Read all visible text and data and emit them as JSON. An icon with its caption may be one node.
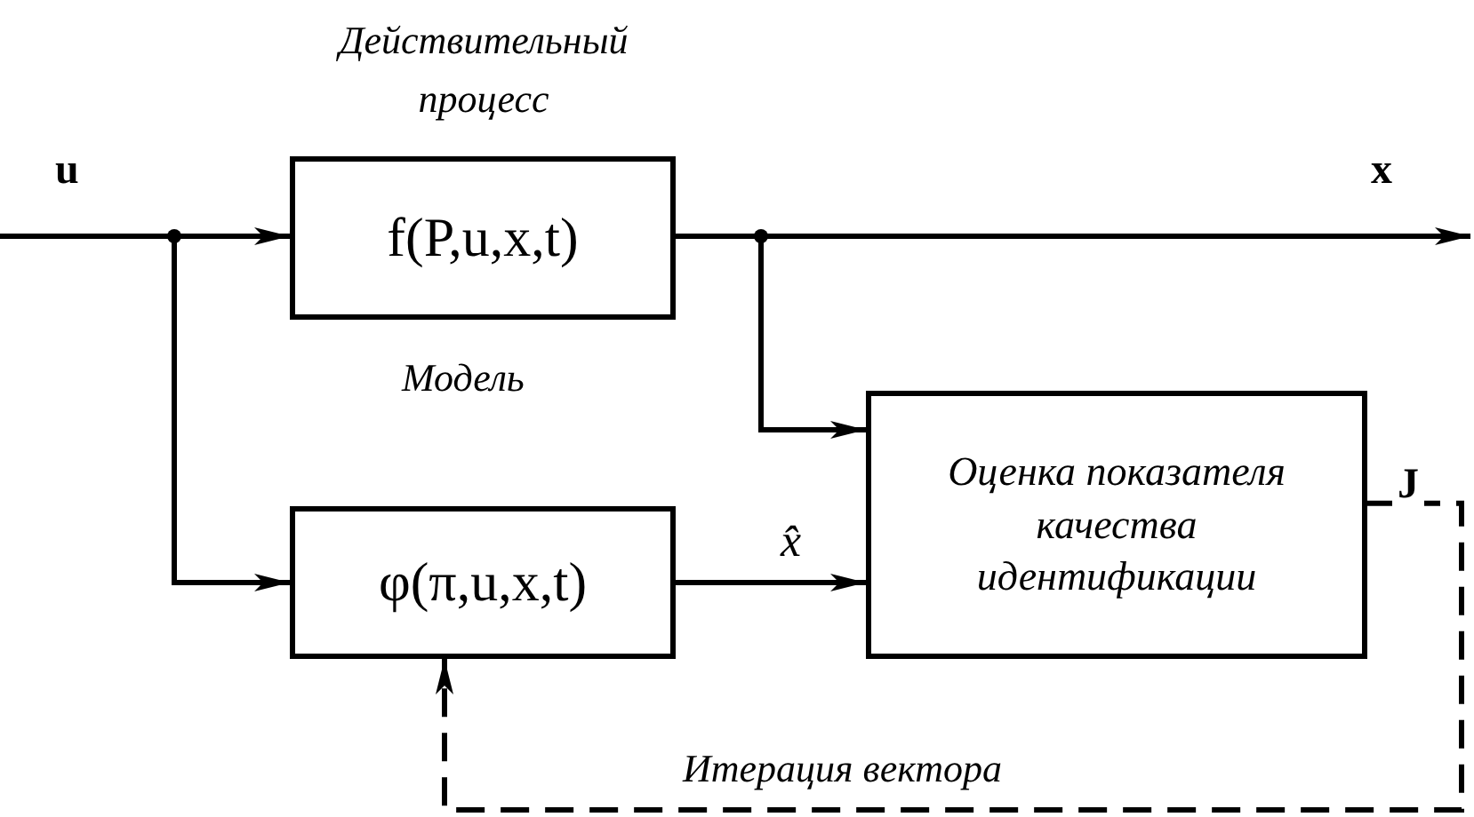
{
  "diagram": {
    "nodes": [
      {
        "text": [
          "f(P,u,x,t)"
        ],
        "beside": [
          "Действительный процесс"
        ]
      },
      {
        "text": [
          "φ(π,u,x,t)"
        ]
      },
      {
        "text": [
          "Оценка показателя качества идентификации"
        ]
      }
    ],
    "edges": [
      {
        "from": null,
        "to": 0,
        "arrow": "to",
        "label": "u"
      },
      {
        "from": null,
        "to": 1,
        "arrow": "to"
      },
      {
        "from": 0,
        "to": null,
        "arrow": "to",
        "label": "x"
      },
      {
        "from": 0,
        "to": 2,
        "arrow": "to"
      },
      {
        "from": 1,
        "to": 2,
        "arrow": "to",
        "label": "x̂"
      },
      {
        "from": 2,
        "to": 1,
        "arrow": "to",
        "style": "dashed",
        "label": "J"
      }
    ],
    "labels": [
      "Модель",
      "Итерация вектора"
    ]
  }
}
